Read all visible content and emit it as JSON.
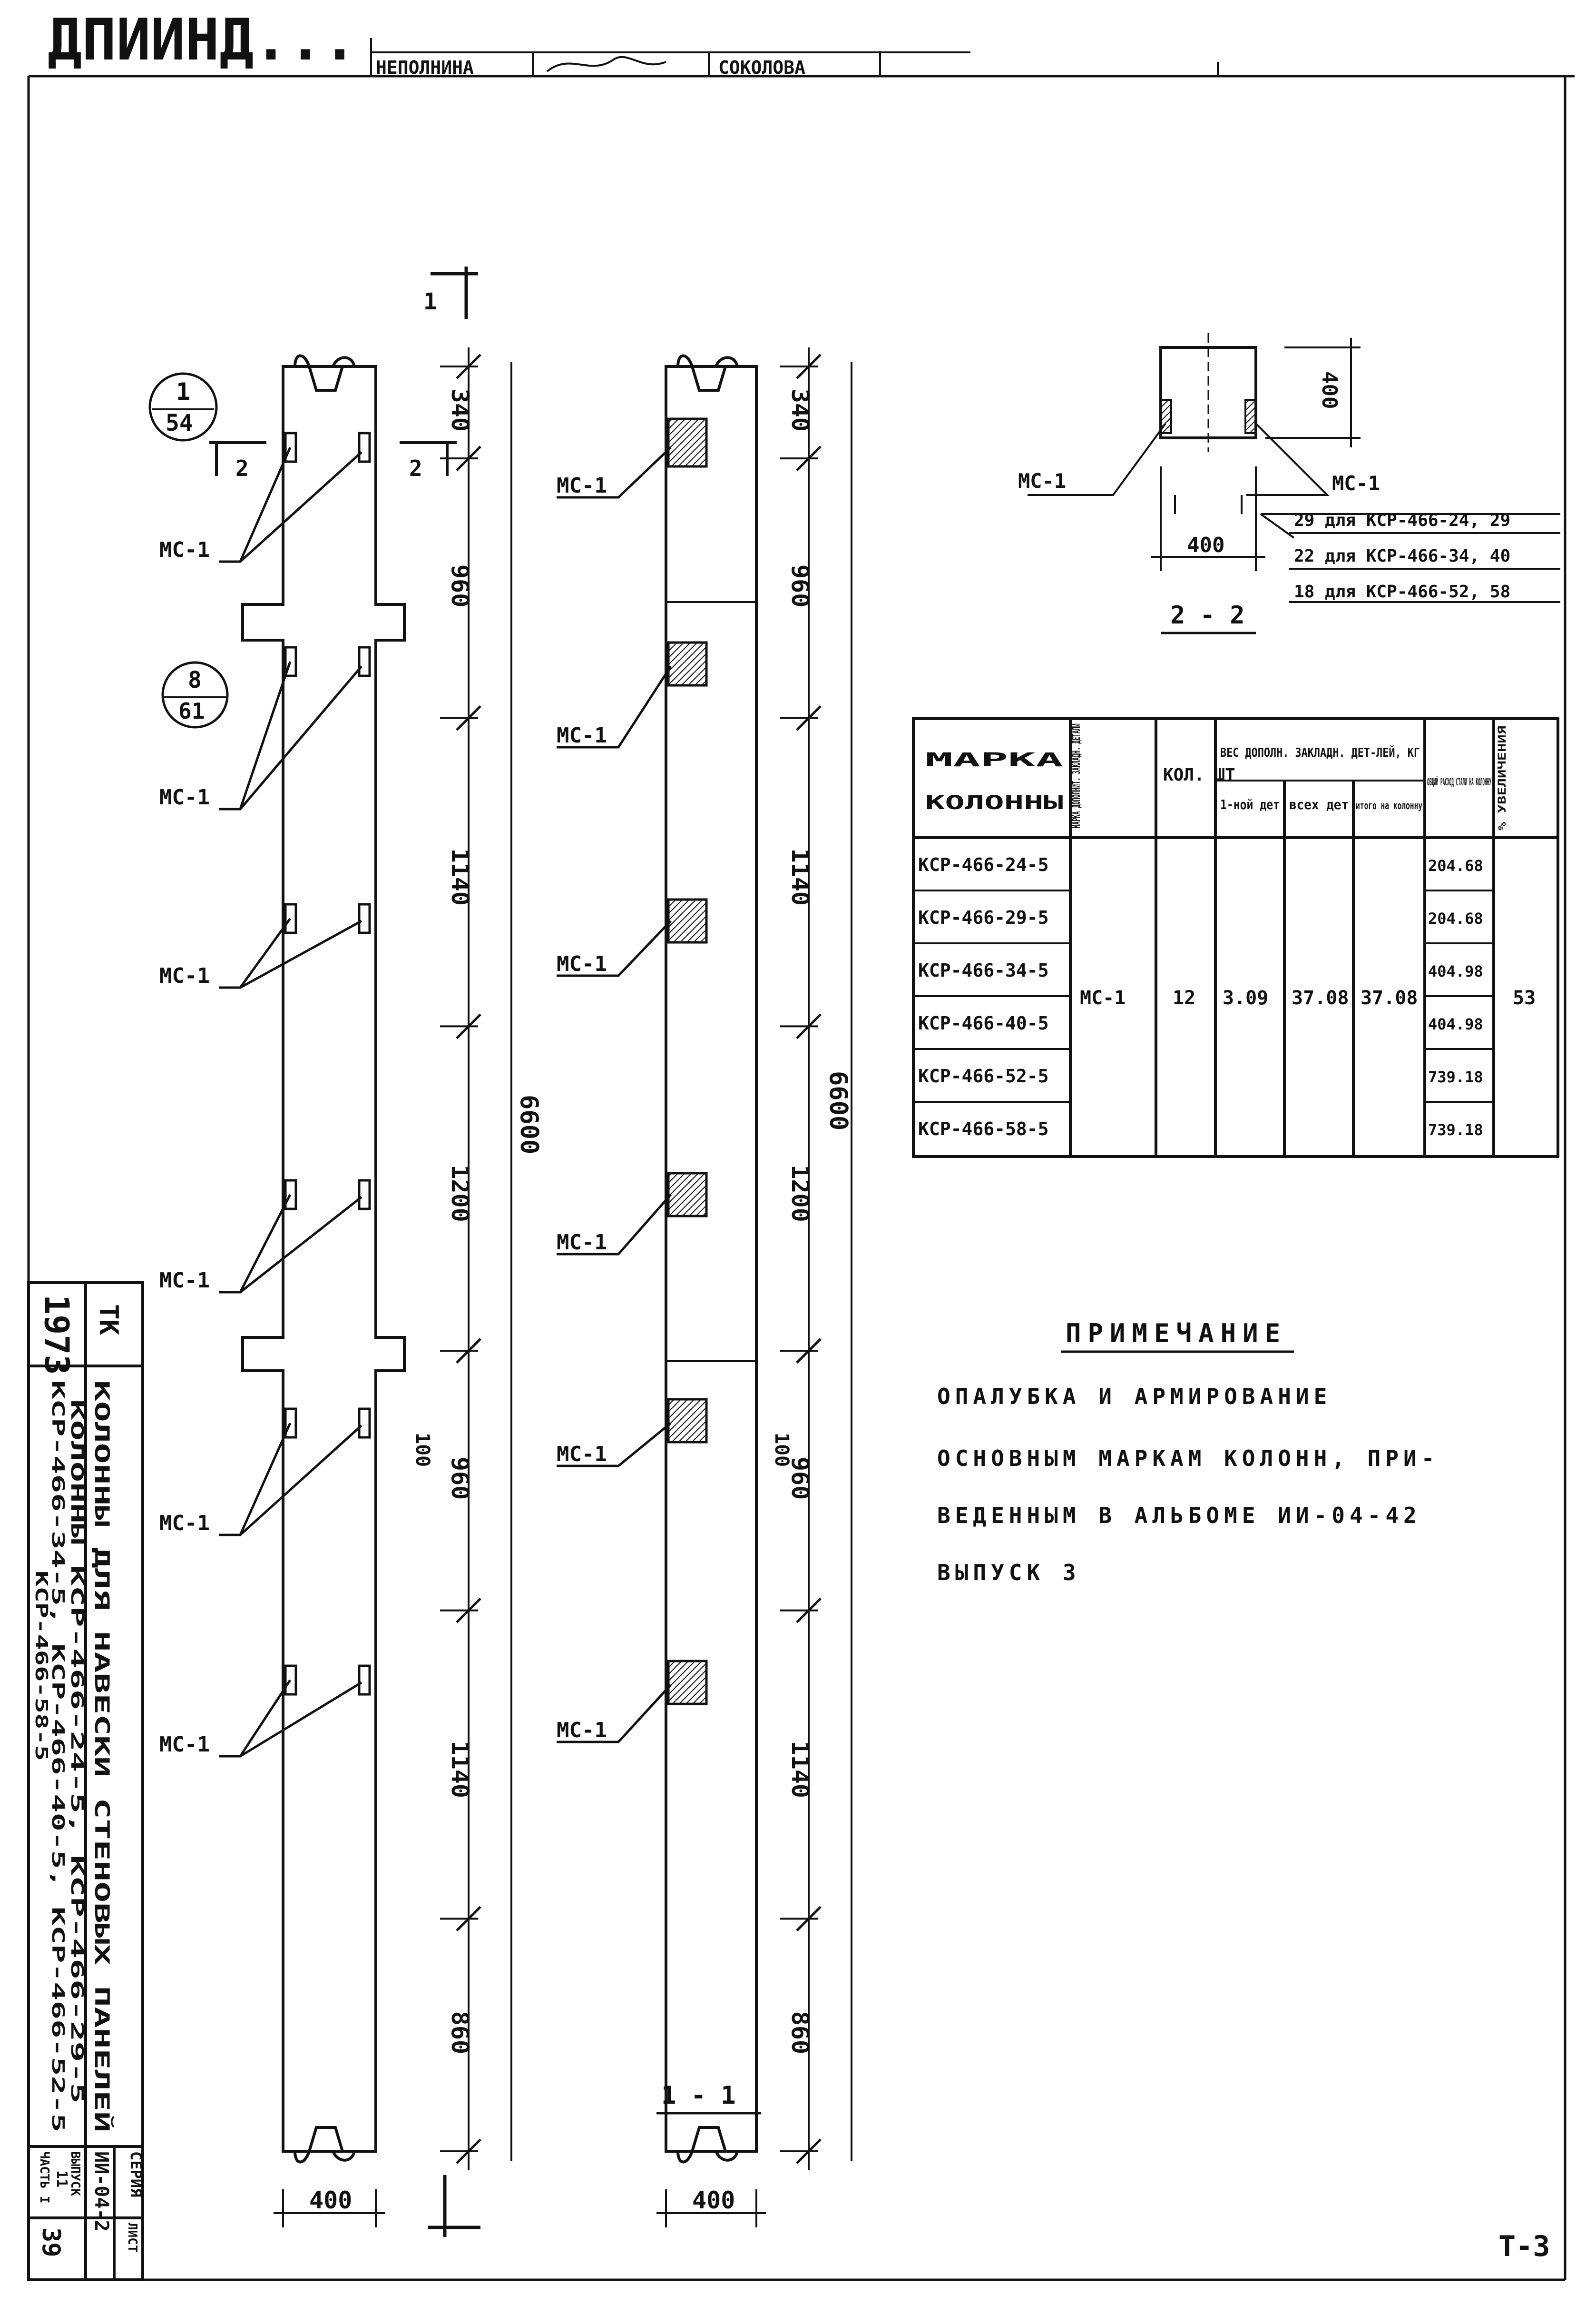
{
  "title_block": {
    "stamp_text": "ДПИИНД...",
    "cells": [
      "НЕПОЛНИНА",
      "",
      "СОКОЛОВА"
    ]
  },
  "callouts": [
    {
      "top": "1",
      "bottom": "54"
    },
    {
      "top": "8",
      "bottom": "61"
    }
  ],
  "section_marks": {
    "cut_1": "1",
    "cut_2": "2"
  },
  "part_label": "МС-1",
  "elevation_left": {
    "segments": [
      "340",
      "960",
      "1140",
      "1200",
      "960",
      "1140",
      "860"
    ],
    "total": "6600",
    "width": "400",
    "offset": "100"
  },
  "elevation_right": {
    "segments": [
      "340",
      "960",
      "1140",
      "1200",
      "960",
      "1140",
      "860"
    ],
    "total": "6600",
    "width": "400",
    "offset": "100",
    "caption": "1 - 1"
  },
  "section_2_2": {
    "caption": "2 - 2",
    "height_dim": "400",
    "width_dim": "400",
    "notes": [
      "29 для КСР-466-24, 29",
      "22 для КСР-466-34, 40",
      "18 для КСР-466-52, 58"
    ]
  },
  "table": {
    "headers": [
      "МАРКА КОЛОННЫ",
      "МАРКА ДОПОЛНИТ. ЗАКЛАДН. ДЕТАЛИ",
      "КОЛ. ШТ",
      "ВЕС ДОПОЛН. ЗАКЛАДН. ДЕТ-ЛЕЙ, КГ",
      "ОБЩИЙ РАСХОД СТАЛИ НА КОЛОННУ",
      "% УВЕЛИЧЕНИЯ"
    ],
    "sub_headers": [
      "1-ной дет",
      "всех дет",
      "итого на колонну"
    ],
    "marks": [
      "КСР-466-24-5",
      "КСР-466-29-5",
      "КСР-466-34-5",
      "КСР-466-40-5",
      "КСР-466-52-5",
      "КСР-466-58-5"
    ],
    "extra_mark": "МС-1",
    "qty": "12",
    "weight_one": "3.09",
    "weight_all": "37.08",
    "weight_total": "37.08",
    "steel": [
      "204.68",
      "204.68",
      "404.98",
      "404.98",
      "739.18",
      "739.18"
    ],
    "percent": "53"
  },
  "note": {
    "heading": "ПРИМЕЧАНИЕ",
    "lines": [
      "ОПАЛУБКА И АРМИРОВАНИЕ",
      "ОСНОВНЫМ МАРКАМ КОЛОНН, ПРИ-",
      "ВЕДЕННЫМ В АЛЬБОМЕ ИИ-04-42",
      "ВЫПУСК 3"
    ]
  },
  "side_stamp": {
    "year": "1973",
    "code": "ТК",
    "title_lines": [
      "КОЛОННЫ ДЛЯ НАВЕСКИ СТЕНОВЫХ ПАНЕЛЕЙ",
      "КОЛОННЫ КСР-466-24-5, КСР-466-29-5",
      "КСР-466-34-5, КСР-466-40-5, КСР-466-52-5",
      "КСР-466-58-5"
    ],
    "series_label": "СЕРИЯ",
    "series_value": "ИИ-04-2",
    "issue_label": "ВЫПУСК",
    "issue_value": "11",
    "part_label": "ЧАСТЬ I",
    "sheet_label": "ЛИСТ",
    "sheet_value": "39"
  },
  "corner_mark": "Т-3"
}
